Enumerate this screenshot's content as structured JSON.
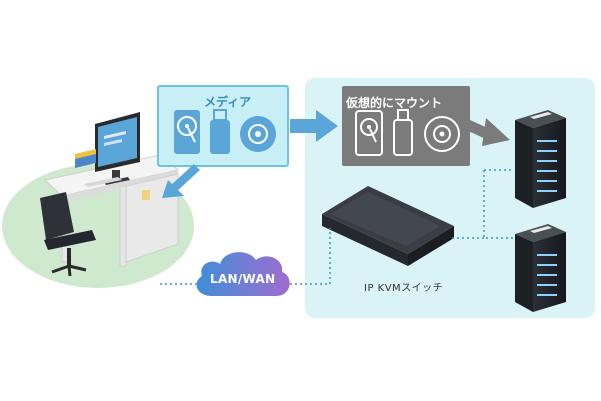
{
  "diagram": {
    "media_box": {
      "title": "メディア",
      "icons": [
        "hdd-icon",
        "usb-drive-icon",
        "optical-disc-icon"
      ]
    },
    "virtual_mount_box": {
      "title": "仮想的にマウント",
      "icons": [
        "hdd-icon",
        "usb-drive-icon",
        "optical-disc-icon"
      ]
    },
    "network_label": "LAN/WAN",
    "switch_label": "IP KVMスイッチ",
    "colors": {
      "panel_bg": "#d9f3f6",
      "media_box_fill": "#c8eef6",
      "media_box_stroke": "#6cc3e2",
      "accent_blue": "#5aa6d9",
      "vm_box_fill": "#7b7b7b",
      "connector_dotted": "#2a9bc6",
      "cloud_blue": "#4a7fd0",
      "cloud_purple": "#9a6fd0",
      "desk_ground": "#cfe9cf"
    }
  }
}
